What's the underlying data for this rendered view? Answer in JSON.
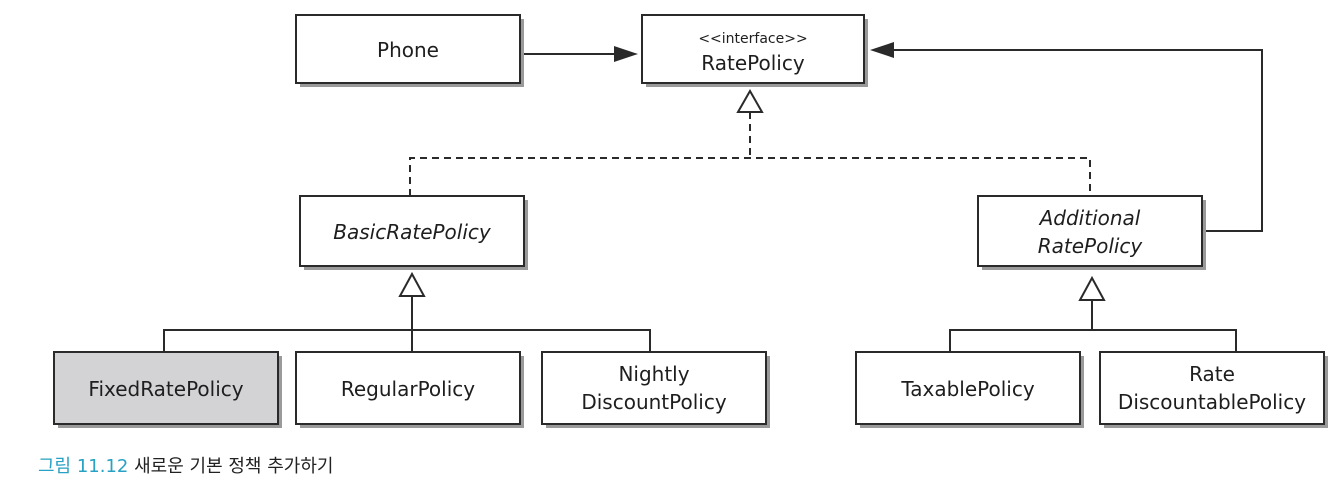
{
  "diagram": {
    "phone": {
      "label": "Phone"
    },
    "rate_policy": {
      "stereotype": "<<interface>>",
      "label": "RatePolicy"
    },
    "basic_rate_policy": {
      "label": "BasicRatePolicy"
    },
    "additional_rate_policy": {
      "line1": "Additional",
      "line2": "RatePolicy"
    },
    "fixed_rate_policy": {
      "label": "FixedRatePolicy"
    },
    "regular_policy": {
      "label": "RegularPolicy"
    },
    "nightly_discount_policy": {
      "line1": "Nightly",
      "line2": "DiscountPolicy"
    },
    "taxable_policy": {
      "label": "TaxablePolicy"
    },
    "rate_discountable_policy": {
      "line1": "Rate",
      "line2": "DiscountablePolicy"
    }
  },
  "caption": {
    "number": "그림 11.12",
    "text": "새로운 기본 정책 추가하기"
  },
  "colors": {
    "caption_number": "#27a1c4",
    "highlight_fill": "#d3d3d6"
  }
}
